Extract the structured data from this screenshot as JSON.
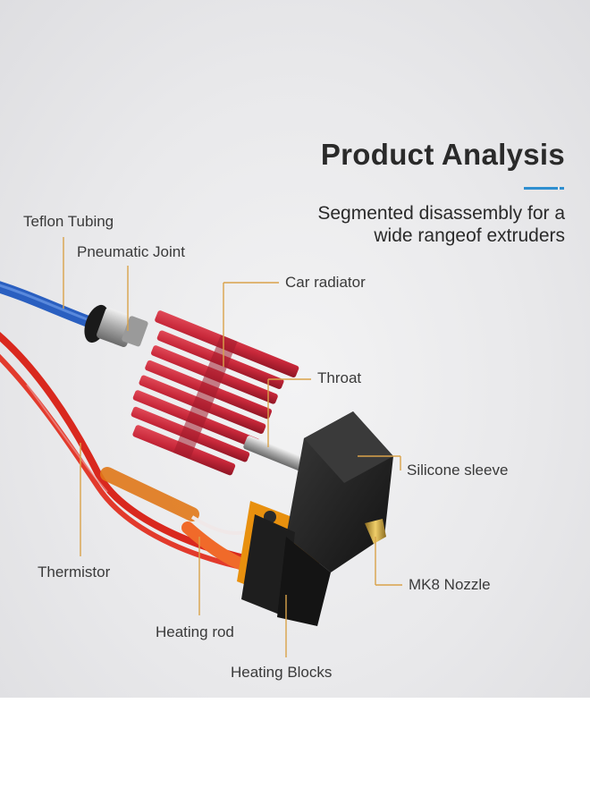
{
  "header": {
    "title": "Product Analysis",
    "subtitle_line1": "Segmented disassembly for a",
    "subtitle_line2": "wide rangeof extruders"
  },
  "labels": {
    "teflon_tubing": "Teflon Tubing",
    "pneumatic_joint": "Pneumatic Joint",
    "car_radiator": "Car radiator",
    "throat": "Throat",
    "silicone_sleeve": "Silicone sleeve",
    "thermistor": "Thermistor",
    "mk8_nozzle": "MK8 Nozzle",
    "heating_rod": "Heating rod",
    "heating_blocks": "Heating Blocks"
  },
  "colors": {
    "accent_blue": "#2f8fd0",
    "leader_line": "#d9a24a",
    "radiator_red": "#c8283a",
    "sleeve_black": "#1c1c1c",
    "tube_blue": "#2a5fc0"
  }
}
